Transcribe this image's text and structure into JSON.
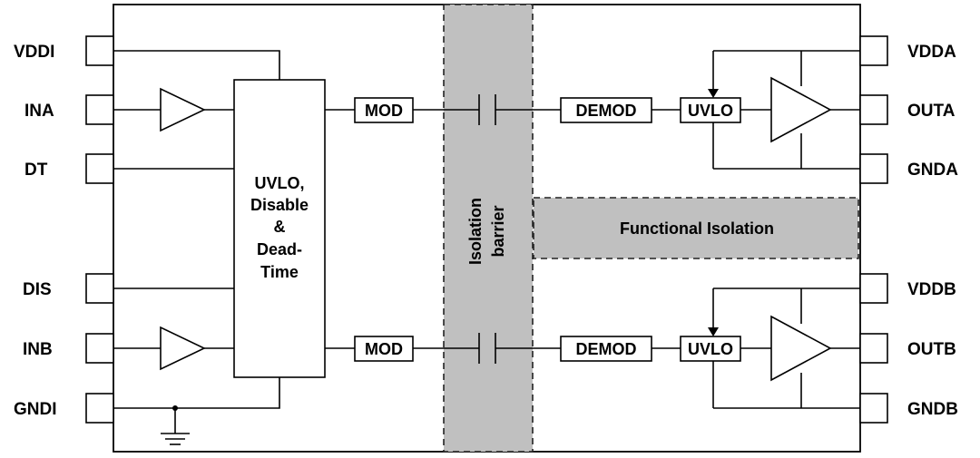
{
  "pins_left": [
    "VDDI",
    "INA",
    "DT",
    "DIS",
    "INB",
    "GNDI"
  ],
  "pins_right": [
    "VDDA",
    "OUTA",
    "GNDA",
    "VDDB",
    "OUTB",
    "GNDB"
  ],
  "logic_block": {
    "lines": [
      "UVLO,",
      "Disable",
      "&",
      "Dead-",
      "Time"
    ]
  },
  "mod_label": "MOD",
  "demod_label": "DEMOD",
  "uvlo_label": "UVLO",
  "isolation_barrier": {
    "lines": [
      "Isolation",
      "barrier"
    ]
  },
  "functional_isolation": "Functional Isolation",
  "colors": {
    "barrier_fill": "#c0c0c0",
    "line": "#000000"
  }
}
